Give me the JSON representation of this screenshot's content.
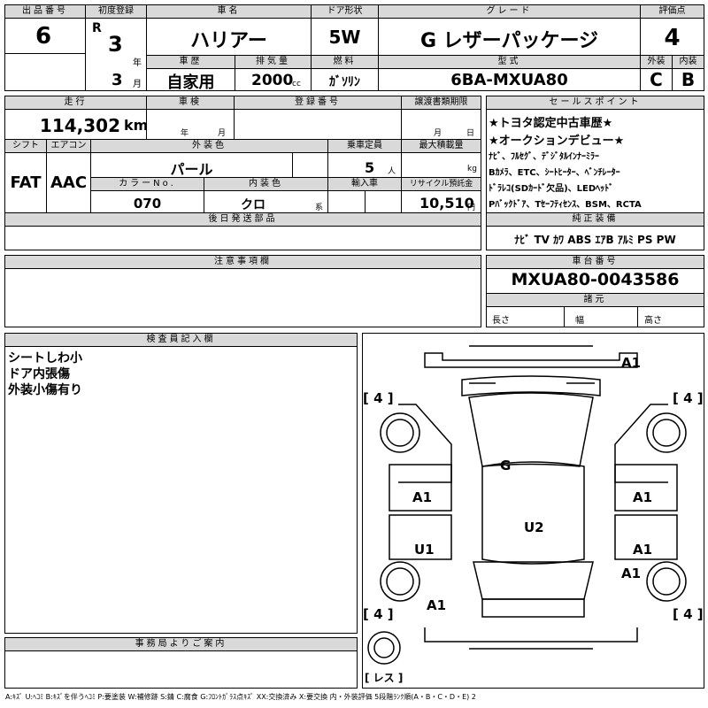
{
  "top": {
    "lot_label": "出品番号",
    "lot": "6",
    "first_reg_label": "初度登録",
    "era": "R",
    "year": "3",
    "year_unit": "年",
    "month": "3",
    "month_unit": "月",
    "name_label": "車名",
    "name": "ハリアー",
    "door_label": "ドア形状",
    "door": "5W",
    "grade_label": "グレード",
    "grade": "G レザーパッケージ",
    "score_label": "評価点",
    "score": "4",
    "history_label": "車歴",
    "history": "自家用",
    "disp_label": "排気量",
    "disp": "2000",
    "disp_unit": "cc",
    "fuel_label": "燃料",
    "fuel": "ｶﾞｿﾘﾝ",
    "model_label": "型式",
    "model": "6BA-MXUA80",
    "ext_label": "外装",
    "ext": "C",
    "int_label": "内装",
    "int": "B"
  },
  "row2": {
    "mileage_label": "走行",
    "mileage": "114,302",
    "mileage_unit": "km",
    "inspect_label": "車検",
    "year_unit": "年",
    "month_unit": "月",
    "regno_label": "登録番号",
    "transfer_label": "譲渡書類期限",
    "day_unit": "日",
    "shift_label": "シフト",
    "shift": "FAT",
    "ac_label": "エアコン",
    "ac": "AAC",
    "color_label": "外装色",
    "color": "パール",
    "capacity_label": "乗車定員",
    "capacity": "5",
    "capacity_unit": "人",
    "load_label": "最大積載量",
    "load_unit": "kg",
    "colorno_label": "カラーNo.",
    "colorno": "070",
    "intcolor_label": "内装色",
    "intcolor": "クロ",
    "intcolor_unit": "系",
    "import_label": "輸入車",
    "recycle_label": "リサイクル預託金",
    "recycle": "10,510",
    "recycle_unit": "円",
    "later_label": "後日発送部品"
  },
  "sales": {
    "label": "セールスポイント",
    "lines": [
      "★トヨタ認定中古車歴★",
      "★オークションデビュー★",
      "ﾅﾋﾞ、ﾌﾙｾｸﾞ、ﾃﾞｼﾞﾀﾙｲﾝﾅｰﾐﾗｰ",
      "Bｶﾒﾗ、ETC、ｼｰﾄﾋｰﾀｰ、ﾍﾞﾝﾁﾚｰﾀｰ",
      "ﾄﾞﾗﾚｺ(SDｶｰﾄﾞ欠品)、LEDﾍｯﾄﾞ",
      "Pﾊﾞｯｸﾄﾞｱ、Tｾｰﾌﾃｨｾﾝｽ、BSM、RCTA"
    ]
  },
  "equip": {
    "label": "純正装備",
    "items": "ﾅﾋﾞ TV ｶﾜ ABS ｴｱB ｱﾙﾐ PS PW"
  },
  "notes": {
    "label": "注意事項欄"
  },
  "chassis": {
    "label": "車台番号",
    "value": "MXUA80-0043586",
    "spec_label": "諸元",
    "length": "長さ",
    "width": "幅",
    "height": "高さ"
  },
  "inspector": {
    "label": "検査員記入欄",
    "lines": [
      "シートしわ小",
      "ドア内張傷",
      "外装小傷有り"
    ]
  },
  "office": {
    "label": "事務局よりご案内"
  },
  "diagram": {
    "marks": {
      "front": "A1",
      "hood": "G",
      "roof": "U2",
      "lf_fender": "A1",
      "rf_fender": "A1",
      "lf_door": "U1",
      "rf_door": "A1",
      "r_quarter": "A1",
      "l_rear": "A1"
    },
    "tires": [
      "4",
      "4",
      "4",
      "4"
    ],
    "spare": "レス"
  },
  "legend": "A:ｷｽﾞ U:ﾍｺﾐ B:ｷｽﾞを伴うﾍｺﾐ P:要塗装 W:補修跡 S:錆 C:腐食 G:ﾌﾛﾝﾄｶﾞﾗｽ点ｷｽﾞ XX:交換済み X:要交換 内・外装評価 5段階ﾗﾝｸ順(A・B・C・D・E) 2"
}
